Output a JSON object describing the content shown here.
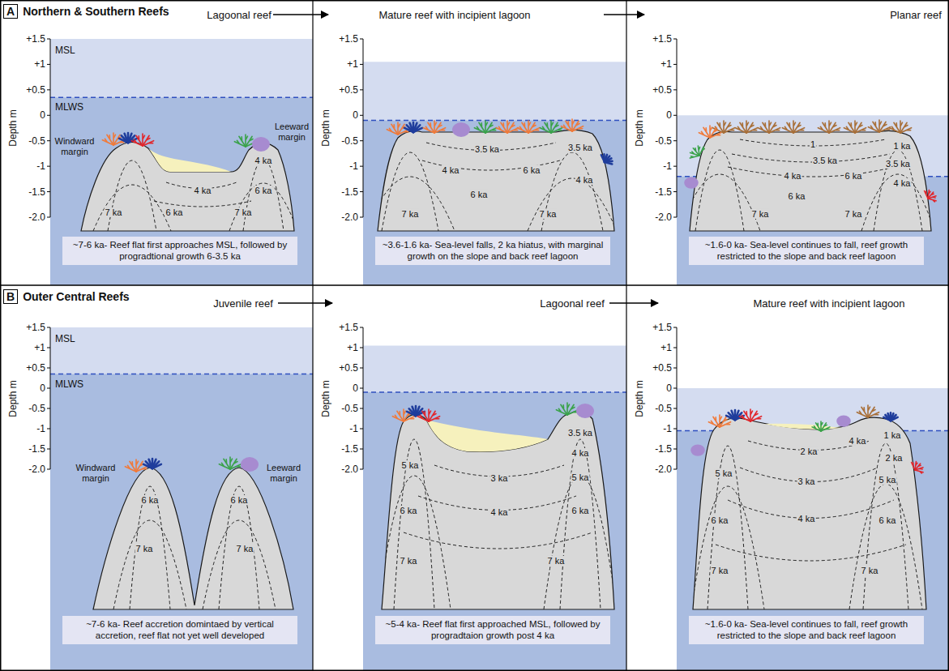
{
  "diagram": {
    "nodes": [
      {
        "text": [
          "A",
          "Northern & Southern Reefs"
        ]
      },
      {
        "text": [
          "~7-6 ka- Reef flat first approaches MSL, followed by progradtional growth 6-3.5 ka"
        ]
      },
      {
        "text": [
          "~3.6-1.6 ka- Sea-level falls, 2 ka hiatus, with marginal growth on the slope and back reef lagoon"
        ]
      },
      {
        "text": [
          "~1.6-0 ka- Sea-level continues to fall, reef growth restricted to the slope and back reef lagoon"
        ]
      },
      {
        "text": [
          "B",
          "Outer Central Reefs"
        ]
      },
      {
        "text": [
          "~7-6 ka- Reef accretion domintaed by vertical accretion, reef flat not yet well developed"
        ]
      },
      {
        "text": [
          "~5-4 ka- Reef flat first approached MSL, followed by progradtaion growth post 4 ka"
        ]
      },
      {
        "text": [
          "~1.6-0 ka- Sea-level continues to fall, reef growth restricted to the slope and back reef lagoon"
        ]
      }
    ],
    "labels": [
      "Lagoonal reef",
      "+1.5",
      "+1",
      "+0.5",
      "0",
      "-0.5",
      "-1",
      "-1.5",
      "-2.0",
      "Depth m",
      "MSL",
      "MLWS",
      "Windward margin",
      "Leeward margin",
      "4 ka",
      "6 ka",
      "4 ka",
      "7 ka",
      "6 ka",
      "7 ka",
      "Mature reef with incipient lagoon",
      "+1.5",
      "+1",
      "+0.5",
      "0",
      "-0.5",
      "-1",
      "-1.5",
      "-2.0",
      "Depth m",
      "3.5 ka",
      "3.5 ka",
      "4 ka",
      "6 ka",
      "4 ka",
      "6 ka",
      "7 ka",
      "7 ka",
      "Planar reef",
      "+1.5",
      "+1",
      "+0.5",
      "0",
      "-0.5",
      "-1",
      "-1.5",
      "-2.0",
      "Depth m",
      "1 ka",
      "1",
      "3.5 ka",
      "3.5 ka",
      "4 ka",
      "6 ka",
      "4 ka",
      "6 ka",
      "7 ka",
      "7 ka",
      "Juvenile reef",
      "+1.5",
      "+1",
      "+0.5",
      "0",
      "-0.5",
      "-1",
      "-1.5",
      "-2.0",
      "Depth m",
      "MSL",
      "MLWS",
      "Windward margin",
      "Leeward margin",
      "6 ka",
      "6 ka",
      "7 ka",
      "7 ka",
      "Lagoonal reef",
      "+1.5",
      "+1",
      "+0.5",
      "0",
      "-0.5",
      "-1",
      "-1.5",
      "-2.0",
      "Depth m",
      "3.5 ka",
      "4 ka",
      "5 ka",
      "5 ka",
      "3 ka",
      "6 ka",
      "4 ka",
      "6 ka",
      "7 ka",
      "7 ka",
      "Mature reef with incipient lagoon",
      "+1.5",
      "+1",
      "+0.5",
      "0",
      "-0.5",
      "-1",
      "-1.5",
      "-2.0",
      "Depth m",
      "1 ka",
      "4 ka",
      "2 ka",
      "2 ka",
      "5 ka",
      "5 ka",
      "3 ka",
      "6 ka",
      "4 ka",
      "6 ka",
      "7 ka",
      "7 ka"
    ]
  }
}
